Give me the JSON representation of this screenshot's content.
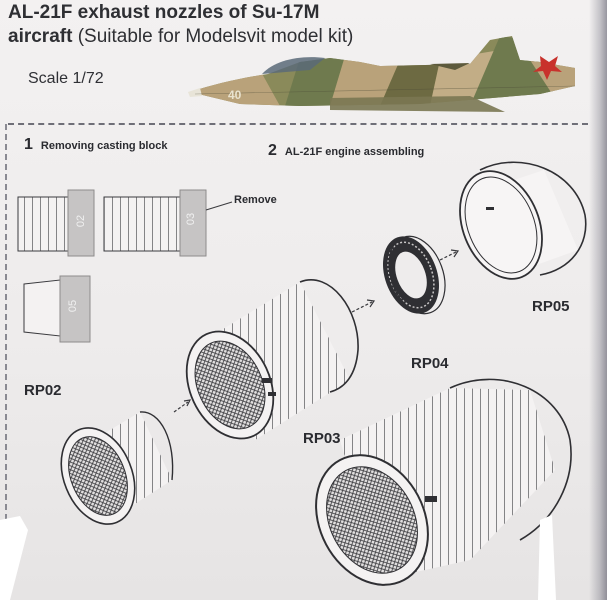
{
  "header": {
    "title_line1": "AL-21F exhaust nozzles of Su-17M",
    "title_line2_bold": "aircraft",
    "title_line2_sub": " (Suitable for Modelsvit model kit)",
    "scale": "Scale 1/72",
    "aircraft_side_number": "40"
  },
  "steps": [
    {
      "number": "1",
      "label": "Removing casting block"
    },
    {
      "number": "2",
      "label": "AL-21F engine assembling"
    }
  ],
  "remove_label": "Remove",
  "casting_blocks": [
    "02",
    "03",
    "05"
  ],
  "parts": {
    "rp02": "RP02",
    "rp03": "RP03",
    "rp04": "RP04",
    "rp05": "RP05"
  },
  "colors": {
    "background": "#efeded",
    "text": "#2e2f33",
    "camo_green": "#6f7a4e",
    "camo_tan": "#b9a27a",
    "camo_brown": "#7a5a3a",
    "star_red": "#c8322c"
  }
}
